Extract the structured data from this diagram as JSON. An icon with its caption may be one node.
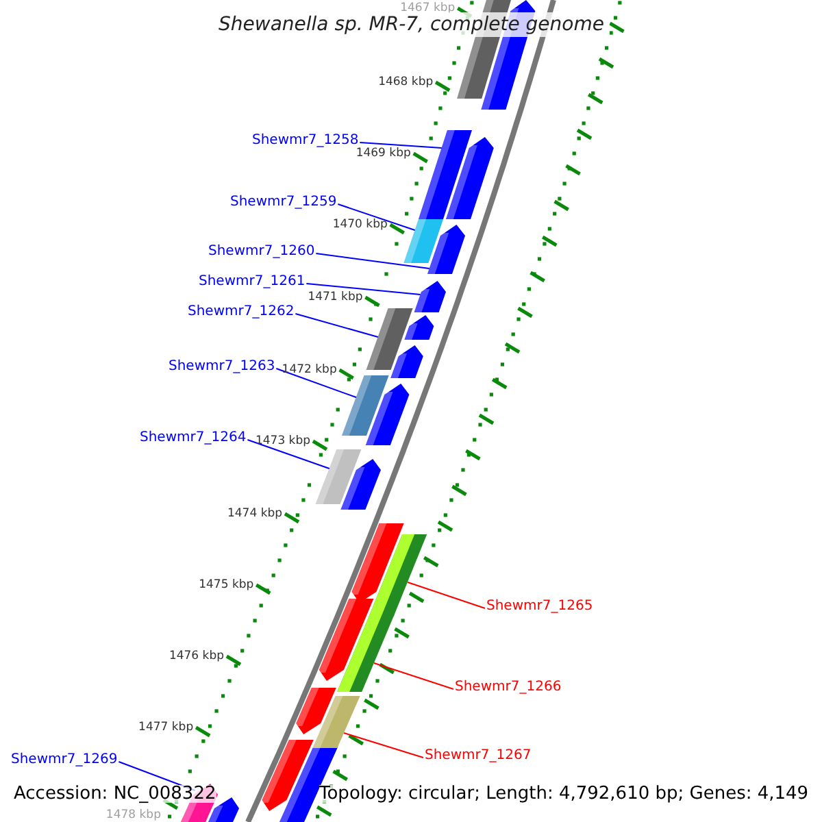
{
  "diagram": {
    "title": "Shewanella sp. MR-7, complete genome",
    "nodes": [
      {
        "text": [
          "Shewmr7_1258"
        ]
      },
      {
        "text": [
          "Shewmr7_1259"
        ]
      },
      {
        "text": [
          "Shewmr7_1260"
        ]
      },
      {
        "text": [
          "Shewmr7_1261"
        ]
      },
      {
        "text": [
          "Shewmr7_1262"
        ]
      },
      {
        "text": [
          "Shewmr7_1263"
        ]
      },
      {
        "text": [
          "Shewmr7_1264"
        ]
      },
      {
        "text": [
          "Shewmr7_1265"
        ]
      },
      {
        "text": [
          "Shewmr7_1266"
        ]
      },
      {
        "text": [
          "Shewmr7_1267"
        ]
      },
      {
        "text": [
          "Shewmr7_1269"
        ]
      },
      {
        "text": [],
        "shape": "bar"
      },
      {
        "text": [],
        "shape": "bar"
      },
      {
        "text": [],
        "shape": "bar"
      },
      {
        "text": [],
        "shape": "bar"
      },
      {
        "text": [],
        "shape": "bar"
      },
      {
        "text": [],
        "shape": "bar"
      },
      {
        "text": [],
        "shape": "bar"
      },
      {
        "text": [],
        "shape": "bar"
      },
      {
        "text": [],
        "shape": "bar"
      },
      {
        "text": [],
        "shape": "bar"
      },
      {
        "text": [],
        "shape": "bar"
      }
    ],
    "edges": [
      {
        "from": 0,
        "to": 11,
        "arrow": "none"
      },
      {
        "from": 1,
        "to": 12,
        "arrow": "none"
      },
      {
        "from": 2,
        "to": 13,
        "arrow": "none"
      },
      {
        "from": 3,
        "to": 14,
        "arrow": "none"
      },
      {
        "from": 4,
        "to": 15,
        "arrow": "none"
      },
      {
        "from": 5,
        "to": 16,
        "arrow": "none"
      },
      {
        "from": 6,
        "to": 17,
        "arrow": "none"
      },
      {
        "from": 7,
        "to": 18,
        "arrow": "none",
        "color": "#ff0000"
      },
      {
        "from": 8,
        "to": 19,
        "arrow": "none",
        "color": "#ff0000"
      },
      {
        "from": 9,
        "to": 20,
        "arrow": "none",
        "color": "#ff0000"
      },
      {
        "from": 10,
        "to": 21,
        "arrow": "none"
      }
    ],
    "labels": [
      "1467 kbp",
      "1468 kbp",
      "1469 kbp",
      "1470 kbp",
      "1471 kbp",
      "1472 kbp",
      "1473 kbp",
      "1474 kbp",
      "1475 kbp",
      "1476 kbp",
      "1477 kbp",
      "1478 kbp",
      "Accession: NC_008322",
      "Topology: circular; Length: 4,792,610 bp; Genes: 4,149"
    ]
  }
}
